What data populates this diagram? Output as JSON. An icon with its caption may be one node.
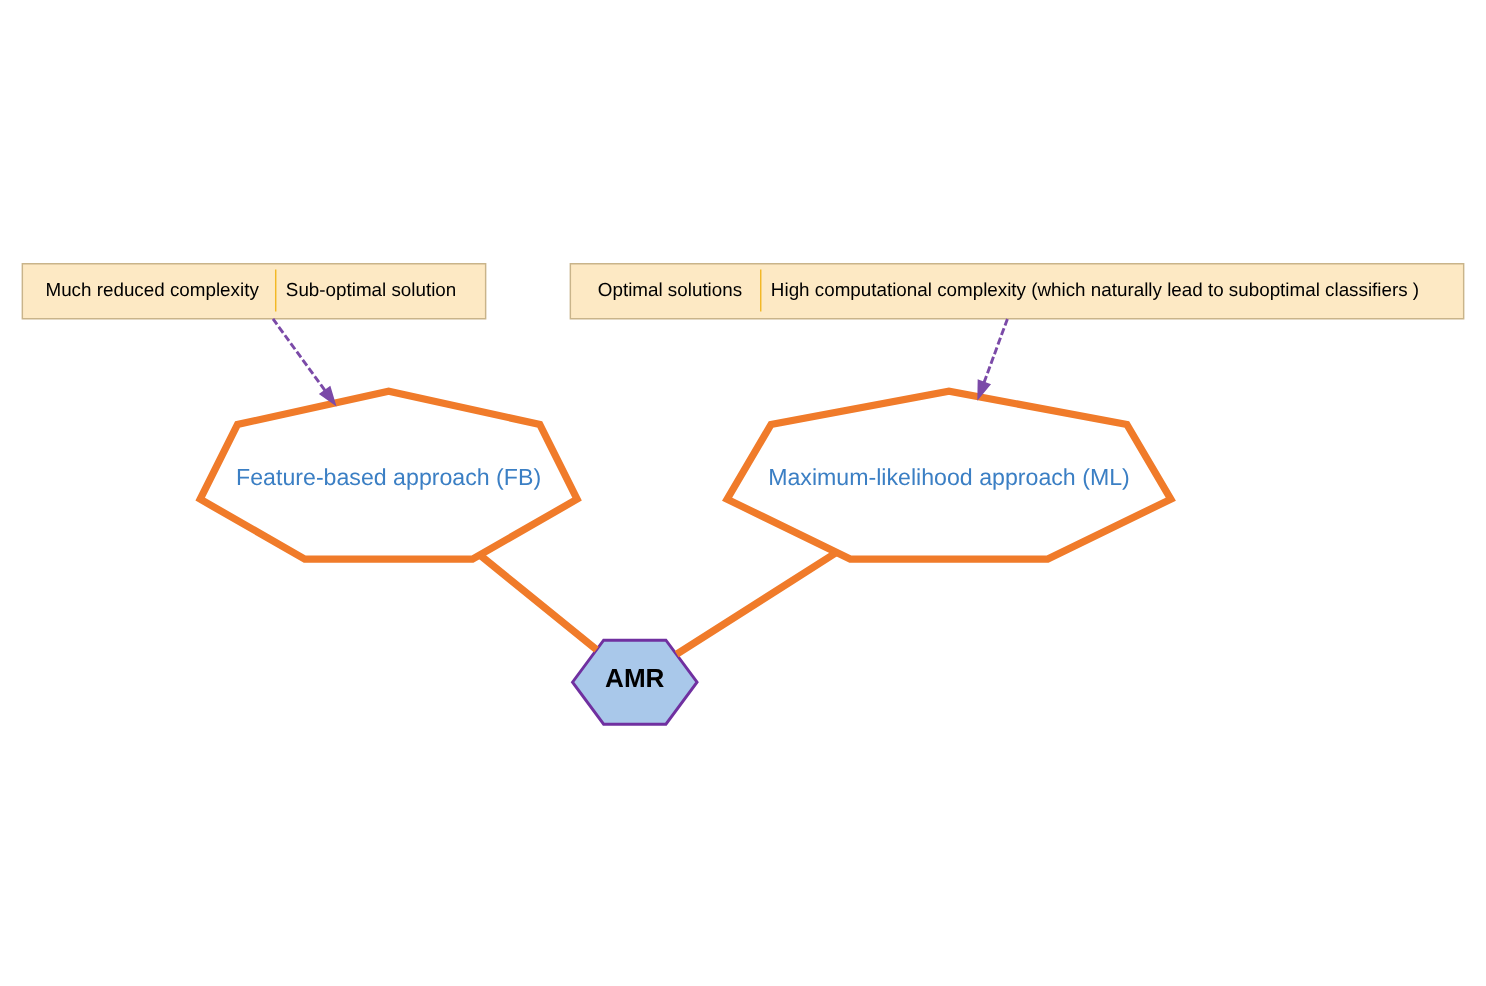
{
  "diagram": {
    "nodes": [
      {
        "text": [
          "Much reduced complexity",
          "Sub-optimal solution"
        ]
      },
      {
        "text": [
          "Maximum-likelihood approach (ML)"
        ]
      },
      {
        "text": [
          "Feature-based approach (FB)"
        ]
      },
      {
        "text": [
          "AMR"
        ]
      },
      {
        "text": [
          "Optimal solutions",
          "High computational complexity (which naturally lead to suboptimal classifiers )"
        ]
      }
    ],
    "edges": [
      {
        "from": 0,
        "to": 2,
        "arrow": "to",
        "style": "dashed",
        "color": "#7b4aa8"
      },
      {
        "from": 4,
        "to": 1,
        "arrow": "to",
        "style": "dashed",
        "color": "#7b4aa8"
      },
      {
        "from": 1,
        "to": 3,
        "arrow": "none",
        "style": "thick",
        "color": "#f07b2a"
      },
      {
        "from": 2,
        "to": 3,
        "arrow": "none",
        "style": "thick",
        "color": "#f07b2a"
      }
    ]
  }
}
